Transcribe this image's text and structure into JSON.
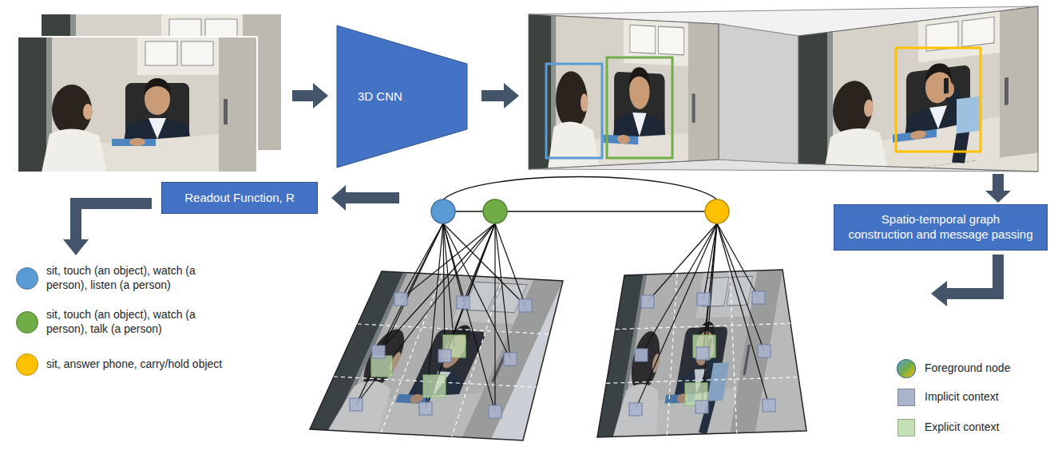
{
  "diagram": {
    "nodes": [
      {
        "text": [
          "3D CNN"
        ]
      },
      {
        "text": [
          "Readout Function, R"
        ]
      },
      {
        "text": [
          "Spatio-temporal graph construction and message passing"
        ]
      }
    ],
    "legend": [
      {
        "text": "sit, touch (an object), watch (a person), listen (a person)",
        "color": "#5b9bd5"
      },
      {
        "text": "sit, touch (an object), watch (a person), talk (a person)",
        "color": "#70ad47"
      },
      {
        "text": "sit, answer phone, carry/hold object",
        "color": "#ffc000"
      },
      {
        "text": "Foreground node"
      },
      {
        "text": "Implicit context",
        "color": "#aab4cc"
      },
      {
        "text": "Explicit context",
        "color": "#c5e0b4"
      }
    ]
  }
}
